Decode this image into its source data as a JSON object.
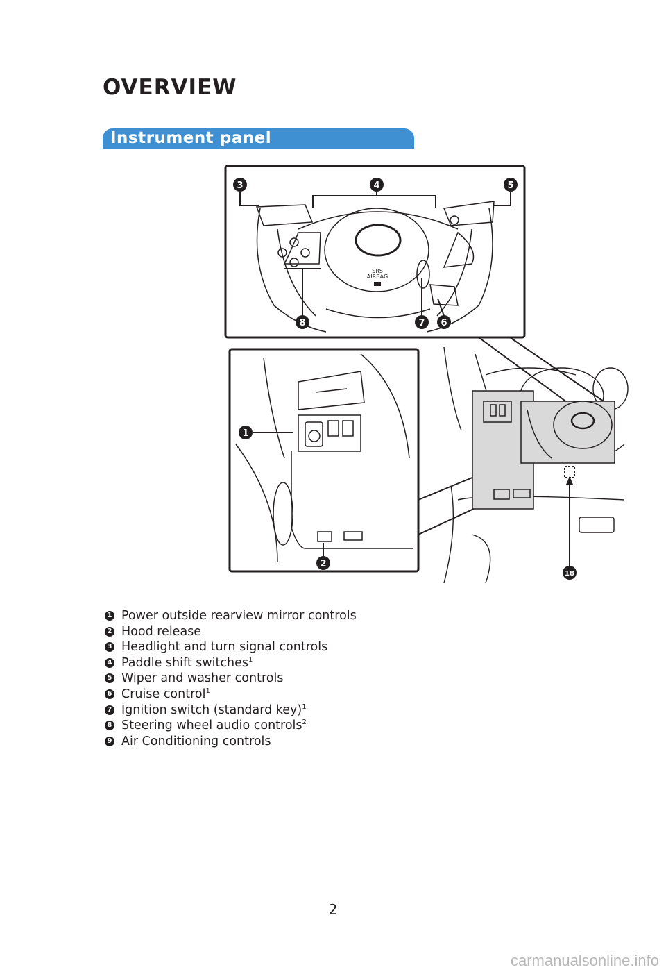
{
  "page": {
    "title": "OVERVIEW",
    "section": "Instrument panel",
    "page_number": "2"
  },
  "figure": {
    "callouts": [
      "1",
      "2",
      "3",
      "4",
      "5",
      "6",
      "7",
      "8",
      "18"
    ],
    "srs_label_top": "SRS",
    "srs_label_bottom": "AIRBAG"
  },
  "legend": [
    {
      "num": "1",
      "text": "Power outside rearview mirror controls",
      "sup": ""
    },
    {
      "num": "2",
      "text": "Hood release",
      "sup": ""
    },
    {
      "num": "3",
      "text": "Headlight and turn signal controls",
      "sup": ""
    },
    {
      "num": "4",
      "text": "Paddle shift switches",
      "sup": "1"
    },
    {
      "num": "5",
      "text": "Wiper and washer controls",
      "sup": ""
    },
    {
      "num": "6",
      "text": "Cruise control",
      "sup": "1"
    },
    {
      "num": "7",
      "text": "Ignition switch (standard key)",
      "sup": "1"
    },
    {
      "num": "8",
      "text": "Steering wheel audio controls",
      "sup": "2"
    },
    {
      "num": "9",
      "text": "Air Conditioning controls",
      "sup": ""
    }
  ],
  "watermark": "carmanualsonline.info"
}
